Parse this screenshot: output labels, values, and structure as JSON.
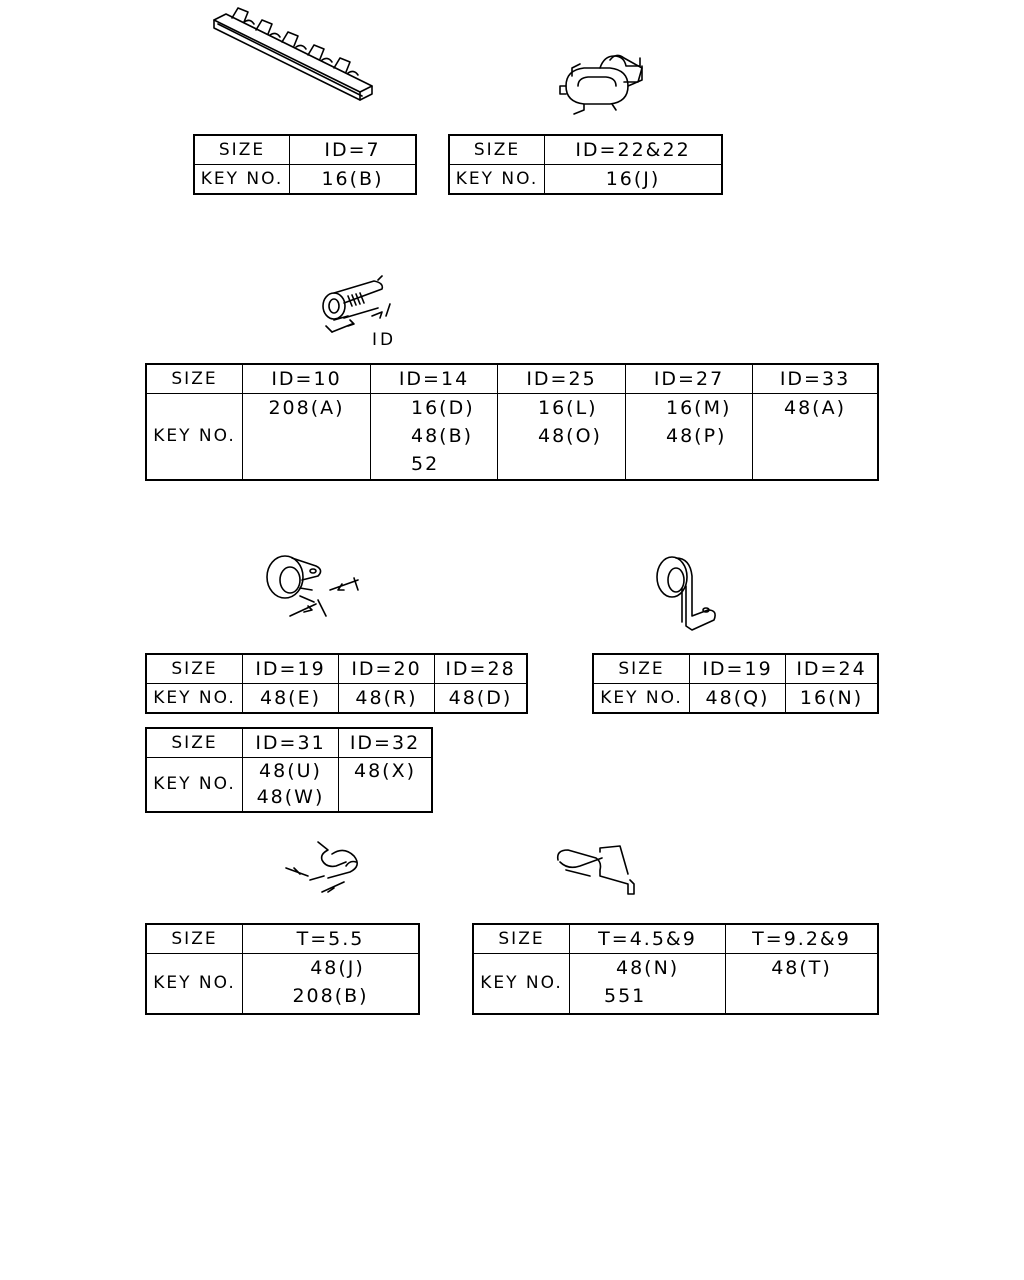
{
  "dimension_label": "ID",
  "tables": {
    "t1": {
      "size_label": "SIZE",
      "key_label": "KEY NO.",
      "cols": [
        {
          "size": "ID=7",
          "keys": [
            "16(B)"
          ]
        }
      ]
    },
    "t2": {
      "size_label": "SIZE",
      "key_label": "KEY NO.",
      "cols": [
        {
          "size": "ID=22&22",
          "keys": [
            "16(J)"
          ]
        }
      ]
    },
    "t3": {
      "size_label": "SIZE",
      "key_label": "KEY NO.",
      "cols": [
        {
          "size": "ID=10",
          "keys": [
            "208(A)"
          ]
        },
        {
          "size": "ID=14",
          "keys": [
            "16(D)",
            "48(B)",
            "52"
          ]
        },
        {
          "size": "ID=25",
          "keys": [
            "16(L)",
            "48(O)"
          ]
        },
        {
          "size": "ID=27",
          "keys": [
            "16(M)",
            "48(P)"
          ]
        },
        {
          "size": "ID=33",
          "keys": [
            "48(A)"
          ]
        }
      ]
    },
    "t4": {
      "size_label": "SIZE",
      "key_label": "KEY NO.",
      "cols": [
        {
          "size": "ID=19",
          "keys": [
            "48(E)"
          ]
        },
        {
          "size": "ID=20",
          "keys": [
            "48(R)"
          ]
        },
        {
          "size": "ID=28",
          "keys": [
            "48(D)"
          ]
        }
      ]
    },
    "t5": {
      "size_label": "SIZE",
      "key_label": "KEY NO.",
      "cols": [
        {
          "size": "ID=19",
          "keys": [
            "48(Q)"
          ]
        },
        {
          "size": "ID=24",
          "keys": [
            "16(N)"
          ]
        }
      ]
    },
    "t6": {
      "size_label": "SIZE",
      "key_label": "KEY NO.",
      "cols": [
        {
          "size": "ID=31",
          "keys": [
            "48(U)",
            "48(W)"
          ]
        },
        {
          "size": "ID=32",
          "keys": [
            "48(X)"
          ]
        }
      ]
    },
    "t7": {
      "size_label": "SIZE",
      "key_label": "KEY NO.",
      "cols": [
        {
          "size": "T=5.5",
          "keys": [
            "48(J)",
            "208(B)"
          ]
        }
      ]
    },
    "t8": {
      "size_label": "SIZE",
      "key_label": "KEY NO.",
      "cols": [
        {
          "size": "T=4.5&9",
          "keys": [
            "48(N)",
            "551"
          ]
        },
        {
          "size": "T=9.2&9",
          "keys": [
            "48(T)"
          ]
        }
      ]
    }
  }
}
